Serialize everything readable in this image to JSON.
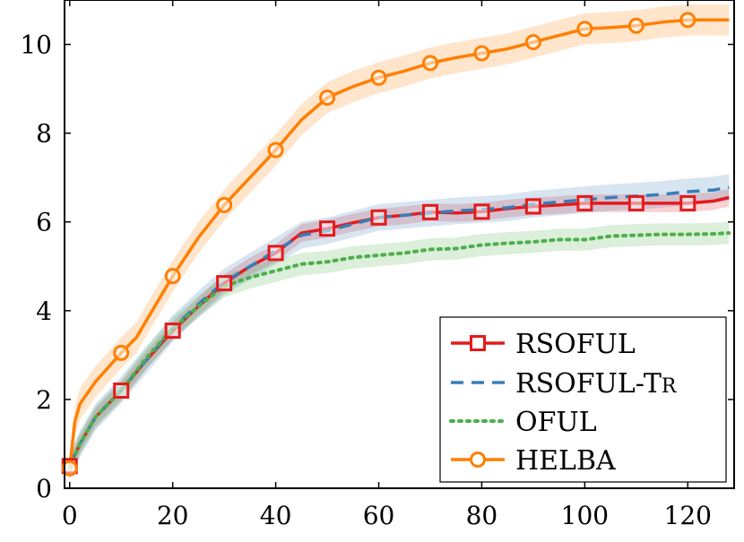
{
  "chart_data": {
    "type": "line",
    "title": "",
    "xlabel": "",
    "ylabel": "",
    "xlim": [
      -1,
      129
    ],
    "ylim": [
      0,
      11
    ],
    "xticks": [
      0,
      20,
      40,
      60,
      80,
      100,
      120
    ],
    "yticks": [
      0,
      2,
      4,
      6,
      8,
      10
    ],
    "xtick_labels": [
      "0",
      "20",
      "40",
      "60",
      "80",
      "100",
      "120"
    ],
    "ytick_labels": [
      "0",
      "2",
      "4",
      "6",
      "8",
      "10"
    ],
    "grid": false,
    "legend_position": "bottom-right",
    "series": [
      {
        "name": "RSOFUL",
        "color": "#e41a1c",
        "style": "solid",
        "marker": "square",
        "band": 0.2,
        "x": [
          0,
          2,
          5,
          10,
          15,
          20,
          25,
          30,
          35,
          40,
          45,
          50,
          55,
          60,
          65,
          70,
          75,
          80,
          85,
          90,
          95,
          100,
          105,
          110,
          115,
          120,
          125,
          128
        ],
        "y": [
          0.5,
          1.0,
          1.6,
          2.2,
          2.9,
          3.55,
          4.1,
          4.62,
          5.0,
          5.3,
          5.75,
          5.85,
          5.98,
          6.1,
          6.15,
          6.22,
          6.2,
          6.23,
          6.3,
          6.35,
          6.38,
          6.42,
          6.42,
          6.42,
          6.42,
          6.42,
          6.47,
          6.55
        ],
        "marker_x": [
          0,
          10,
          20,
          30,
          40,
          50,
          60,
          70,
          80,
          90,
          100,
          110,
          120
        ]
      },
      {
        "name": "RSOFUL-Tr",
        "color": "#377eb8",
        "style": "dashed",
        "marker": "none",
        "band": 0.3,
        "x": [
          0,
          2,
          5,
          10,
          15,
          20,
          25,
          30,
          35,
          40,
          45,
          50,
          55,
          60,
          65,
          70,
          75,
          80,
          85,
          90,
          95,
          100,
          105,
          110,
          115,
          120,
          125,
          128
        ],
        "y": [
          0.5,
          1.0,
          1.6,
          2.22,
          2.9,
          3.6,
          4.15,
          4.65,
          5.0,
          5.35,
          5.7,
          5.8,
          5.95,
          6.1,
          6.15,
          6.2,
          6.25,
          6.28,
          6.32,
          6.4,
          6.45,
          6.5,
          6.55,
          6.58,
          6.62,
          6.68,
          6.72,
          6.78
        ]
      },
      {
        "name": "OFUL",
        "color": "#4daf4a",
        "style": "dotted",
        "marker": "none",
        "band": 0.25,
        "x": [
          0,
          2,
          5,
          10,
          15,
          20,
          25,
          30,
          35,
          40,
          45,
          50,
          55,
          60,
          65,
          70,
          75,
          80,
          85,
          90,
          95,
          100,
          105,
          110,
          115,
          120,
          125,
          128
        ],
        "y": [
          0.45,
          1.0,
          1.6,
          2.2,
          2.95,
          3.6,
          4.1,
          4.55,
          4.75,
          4.9,
          5.05,
          5.1,
          5.2,
          5.25,
          5.3,
          5.38,
          5.4,
          5.48,
          5.52,
          5.55,
          5.6,
          5.6,
          5.68,
          5.7,
          5.72,
          5.72,
          5.73,
          5.75
        ]
      },
      {
        "name": "HELBA",
        "color": "#ff7f00",
        "style": "solid",
        "marker": "circle",
        "band": 0.35,
        "x": [
          0,
          1,
          2,
          5,
          10,
          13,
          15,
          20,
          25,
          30,
          35,
          40,
          45,
          50,
          55,
          60,
          65,
          70,
          75,
          80,
          85,
          90,
          95,
          100,
          105,
          110,
          115,
          120,
          125,
          128
        ],
        "y": [
          0.45,
          1.5,
          1.9,
          2.4,
          3.05,
          3.4,
          3.8,
          4.78,
          5.65,
          6.38,
          7.0,
          7.62,
          8.3,
          8.8,
          9.05,
          9.25,
          9.4,
          9.58,
          9.7,
          9.8,
          9.9,
          10.05,
          10.2,
          10.35,
          10.38,
          10.42,
          10.5,
          10.55,
          10.55,
          10.55
        ],
        "marker_x": [
          0,
          10,
          20,
          30,
          40,
          50,
          60,
          70,
          80,
          90,
          100,
          110,
          120
        ]
      }
    ],
    "legend": {
      "entries": [
        "RSOFUL",
        "RSOFUL-Tr",
        "OFUL",
        "HELBA"
      ]
    }
  }
}
